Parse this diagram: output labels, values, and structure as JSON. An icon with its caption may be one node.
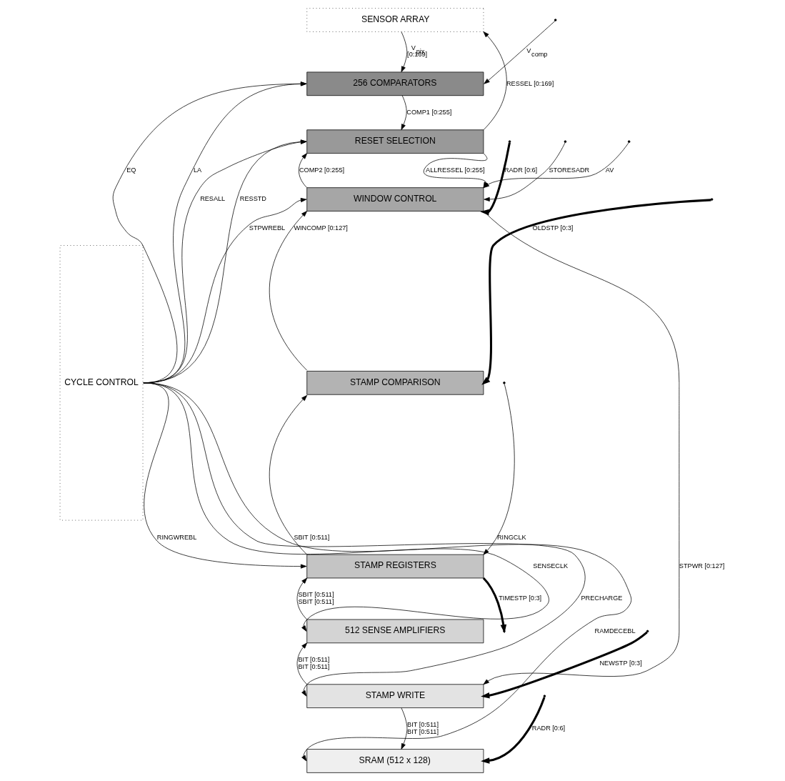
{
  "diagram": {
    "nodes": [
      {
        "text": [
          "SENSOR ARRAY"
        ]
      },
      {
        "text": [
          "CYCLE CONTROL"
        ]
      },
      {
        "text": [
          "256 COMPARATORS"
        ]
      },
      {
        "text": [
          "RESET SELECTION"
        ]
      },
      {
        "text": [
          "WINDOW CONTROL"
        ]
      },
      {
        "text": [
          "STAMP COMPARISON"
        ]
      },
      {
        "text": [
          "STAMP REGISTERS"
        ]
      },
      {
        "text": [
          "512 SENSE AMPLIFIERS"
        ]
      },
      {
        "text": [
          "STAMP WRITE"
        ]
      },
      {
        "text": [
          "SRAM (512 x 128)"
        ]
      }
    ],
    "edges": [
      {
        "from": 0,
        "to": 2,
        "arrow": "to",
        "label": "V$_{pix}$ [0:169]"
      },
      {
        "from": 3,
        "to": 0,
        "arrow": "to",
        "label": "RESSEL [0:169]"
      },
      {
        "from": 2,
        "to": 3,
        "arrow": "to",
        "label": "COMP1 [0:255]"
      },
      {
        "from": 3,
        "to": 4,
        "arrow": "to",
        "label": "ALLRESSEL [0:255]"
      },
      {
        "from": 4,
        "to": 3,
        "arrow": "to",
        "label": "COMP2 [0:255]"
      },
      {
        "from": 5,
        "to": 4,
        "arrow": "to",
        "label": "WINCOMP [0:127]"
      },
      {
        "from": 6,
        "to": 5,
        "arrow": "to",
        "label": "SBIT [0:511]"
      },
      {
        "from": 7,
        "to": 6,
        "arrow": "to",
        "label": "SBIT [0:511] SBIT [0:511]"
      },
      {
        "from": 8,
        "to": 7,
        "arrow": "to",
        "label": "BIT [0:511] BIT [0:511]"
      },
      {
        "from": 4,
        "to": 8,
        "arrow": "to",
        "label": "STPWR [0:127]"
      },
      {
        "from": 8,
        "to": 9,
        "arrow": "to",
        "label": "BIT [0:511] BIT [0:511]"
      },
      {
        "from": 1,
        "to": 2,
        "arrow": "to",
        "label": "EQ"
      },
      {
        "from": 1,
        "to": 2,
        "arrow": "to",
        "label": "LA"
      },
      {
        "from": 1,
        "to": 3,
        "arrow": "to",
        "label": "RESALL"
      },
      {
        "from": 1,
        "to": 3,
        "arrow": "to",
        "label": "RESSTD"
      },
      {
        "from": 1,
        "to": 4,
        "arrow": "to",
        "label": "STPWREBL"
      },
      {
        "from": 1,
        "to": 6,
        "arrow": "to",
        "label": "RINGWREBL"
      },
      {
        "from": 1,
        "to": 7,
        "arrow": "to",
        "label": "SENSECLK"
      },
      {
        "from": 1,
        "to": 8,
        "arrow": "to",
        "label": "PRECHARGE"
      },
      {
        "from": 1,
        "to": 9,
        "arrow": "to",
        "label": "RAMDECEBL"
      },
      {
        "from": null,
        "to": 2,
        "arrow": "to",
        "label": "V$_{comp}$"
      },
      {
        "from": null,
        "to": 4,
        "arrow": "to",
        "label": "AV"
      },
      {
        "from": null,
        "to": 4,
        "arrow": "to",
        "label": "STORESADR"
      },
      {
        "from": null,
        "to": 4,
        "arrow": "to",
        "label": "RADR [0:6]",
        "style": "thick"
      },
      {
        "from": null,
        "to": 5,
        "arrow": "to",
        "label": "OLDSTP [0:3]",
        "style": "thick"
      },
      {
        "from": null,
        "to": 6,
        "arrow": "to",
        "label": "RINGCLK"
      },
      {
        "from": 6,
        "to": null,
        "arrow": "to",
        "label": "TIMESTP [0:3]",
        "style": "thick"
      },
      {
        "from": null,
        "to": 8,
        "arrow": "to",
        "label": "NEWSTP [0:3]",
        "style": "thick"
      },
      {
        "from": null,
        "to": 9,
        "arrow": "to",
        "label": "RADR [0:6]",
        "style": "thick"
      }
    ]
  }
}
